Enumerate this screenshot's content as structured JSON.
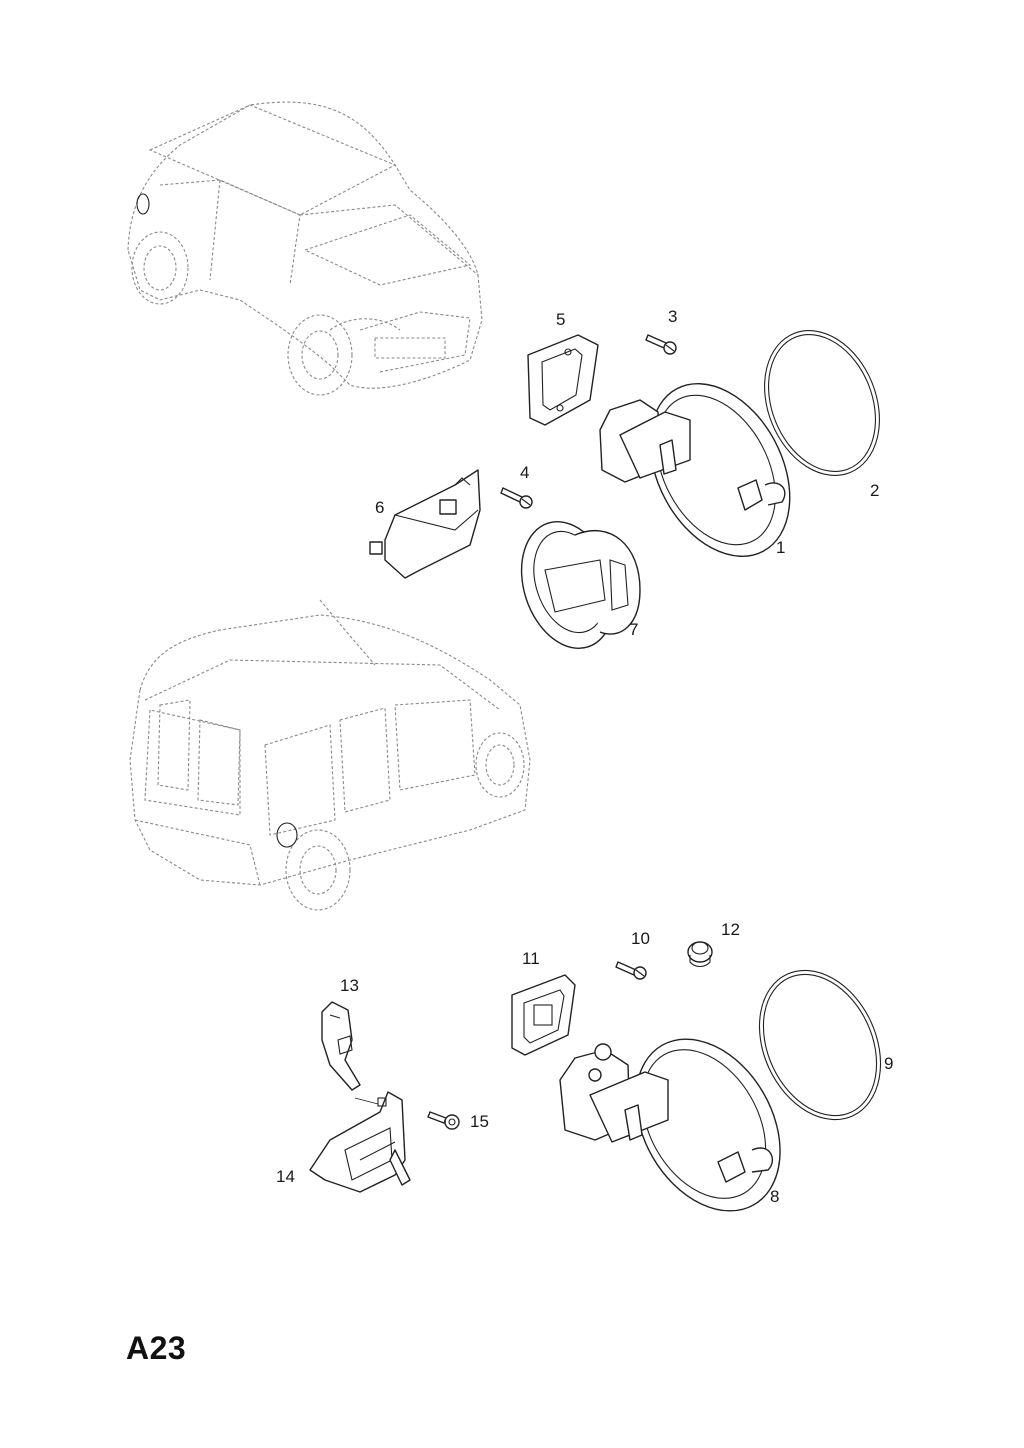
{
  "diagram": {
    "page_code": "A23",
    "callouts": {
      "c1": "1",
      "c2": "2",
      "c3": "3",
      "c4": "4",
      "c5": "5",
      "c6": "6",
      "c7": "7",
      "c8": "8",
      "c9": "9",
      "c10": "10",
      "c11": "11",
      "c12": "12",
      "c13": "13",
      "c14": "14",
      "c15": "15"
    }
  }
}
